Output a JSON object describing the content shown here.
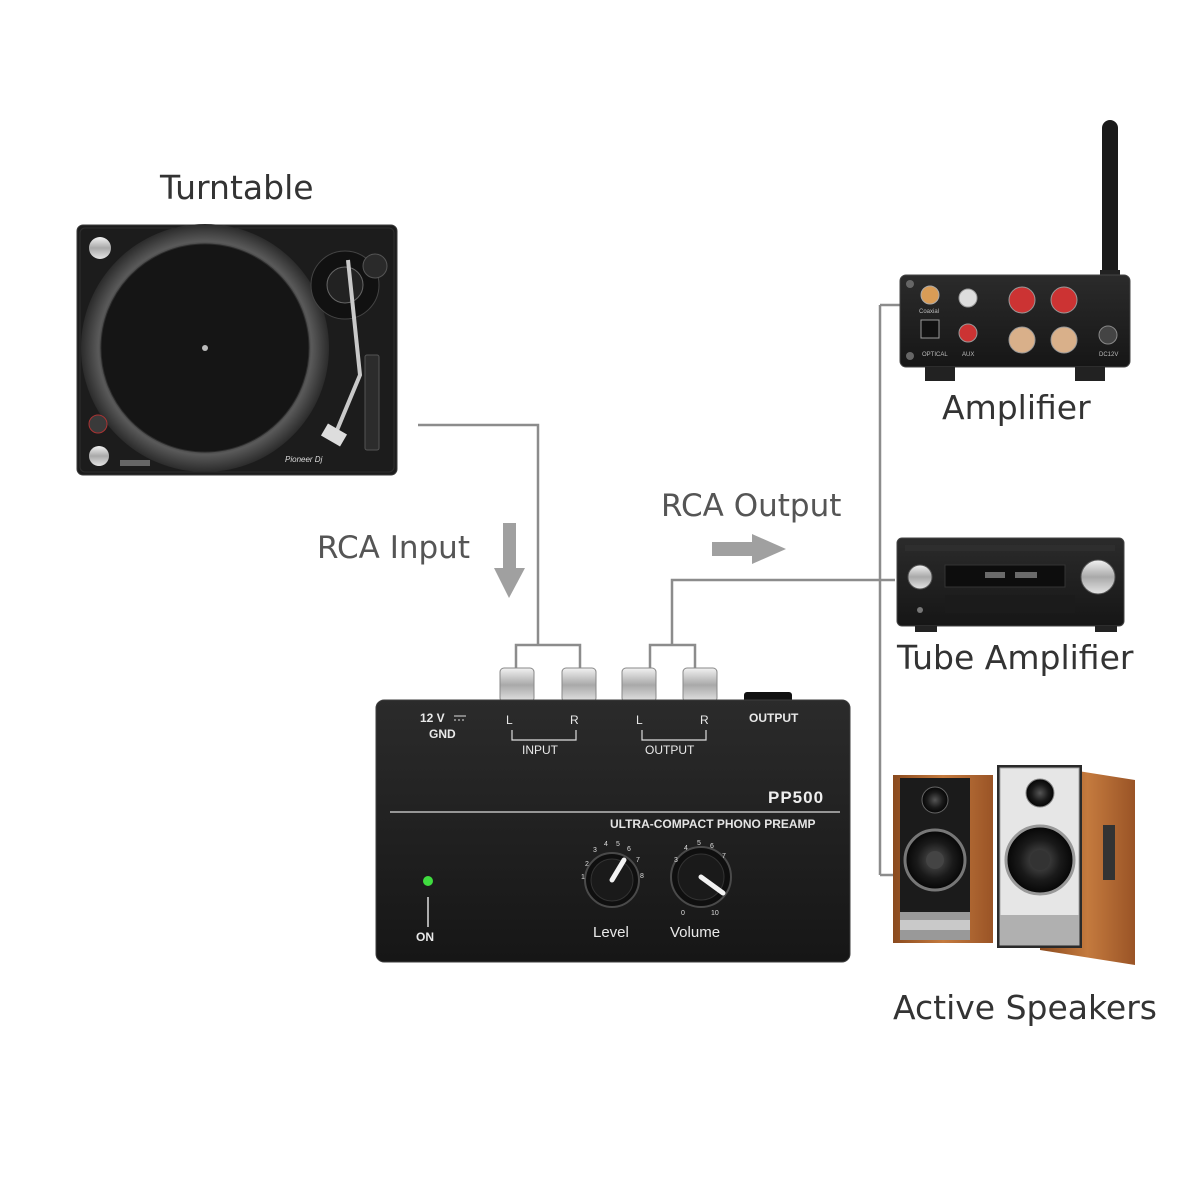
{
  "labels": {
    "turntable": "Turntable",
    "amplifier": "Amplifier",
    "tube_amplifier": "Tube Amplifier",
    "active_speakers": "Active Speakers",
    "rca_input": "RCA Input",
    "rca_output": "RCA Output"
  },
  "preamp": {
    "model": "PP500",
    "subtitle": "ULTRA-COMPACT PHONO PREAMP",
    "power_label_1": "12 V",
    "power_label_2": "GND",
    "input_label": "INPUT",
    "output_label": "OUTPUT",
    "output_jack_label": "OUTPUT",
    "left": "L",
    "right": "R",
    "on_label": "ON",
    "knob_level": "Level",
    "knob_volume": "Volume"
  },
  "turntable_brand": "Pioneer Dj",
  "amplifier_panel": {
    "optical": "OPTICAL",
    "aux": "AUX",
    "dc": "DC12V",
    "coaxial": "Coaxial"
  },
  "colors": {
    "cable": "#8c8c8c",
    "arrow": "#a0a0a0",
    "device_dark": "#1d1d1d",
    "wood": "#b96a32",
    "led": "#3fdc3f"
  }
}
